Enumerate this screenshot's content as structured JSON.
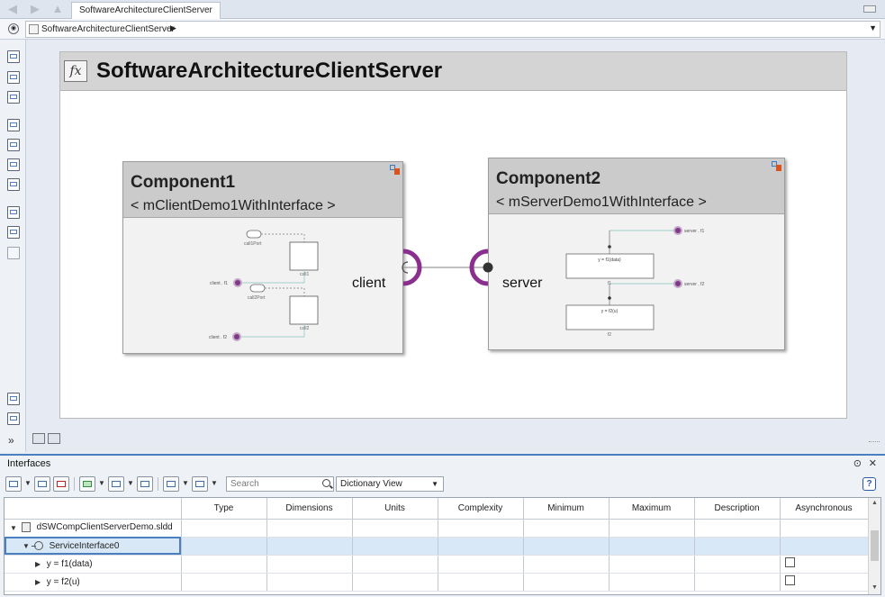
{
  "tabs": [
    {
      "label": "SoftwareArchitectureClientServer"
    }
  ],
  "address": {
    "path": "SoftwareArchitectureClientServer"
  },
  "diagram": {
    "title": "SoftwareArchitectureClientServer",
    "components": [
      {
        "name": "Component1",
        "reference": "< mClientDemo1WithInterface >",
        "port_label": "client",
        "internals": {
          "call_ports": [
            "call1Port",
            "call2Port"
          ],
          "blocks": [
            "call1",
            "call2"
          ],
          "inports": [
            "client . f1",
            "client . f2"
          ]
        }
      },
      {
        "name": "Component2",
        "reference": "< mServerDemo1WithInterface >",
        "port_label": "server",
        "internals": {
          "functions": [
            "y = f1(data)",
            "y = f2(u)"
          ],
          "function_names": [
            "f1",
            "f2"
          ],
          "outports": [
            "server . f1",
            "server . f2"
          ]
        }
      }
    ],
    "colors": {
      "port_ring": "#8b2f8f",
      "connector": "#999999"
    }
  },
  "interfaces_panel": {
    "title": "Interfaces",
    "search_placeholder": "Search",
    "view_selector": "Dictionary View",
    "help_label": "?",
    "columns": [
      "",
      "Type",
      "Dimensions",
      "Units",
      "Complexity",
      "Minimum",
      "Maximum",
      "Description",
      "Asynchronous"
    ],
    "rows": [
      {
        "name": "dSWCompClientServerDemo.sldd",
        "level": 0,
        "kind": "dictionary",
        "expanded": true,
        "async": null
      },
      {
        "name": "ServiceInterface0",
        "level": 1,
        "kind": "interface",
        "expanded": true,
        "selected": true,
        "async": null
      },
      {
        "name": "y = f1(data)",
        "level": 2,
        "kind": "function",
        "expanded": false,
        "async": false
      },
      {
        "name": "y = f2(u)",
        "level": 2,
        "kind": "function",
        "expanded": false,
        "async": false
      }
    ]
  }
}
